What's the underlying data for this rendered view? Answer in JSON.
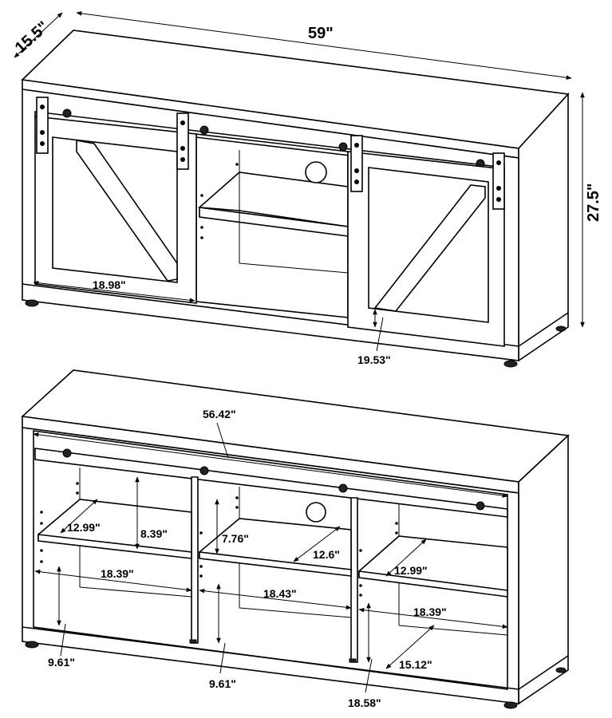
{
  "front_view": {
    "overall_depth": "15.5\"",
    "overall_width": "59\"",
    "overall_height": "27.5\"",
    "door_width": "18.98\"",
    "door_height": "19.53\""
  },
  "open_view": {
    "inner_width": "56.42\"",
    "left_shelf_depth": "12.99\"",
    "left_shelf_clearance": "8.39\"",
    "center_shelf_clearance": "7.76\"",
    "center_shelf_depth": "12.6\"",
    "right_shelf_depth": "12.99\"",
    "left_cabinet_width": "18.39\"",
    "center_cabinet_width": "18.43\"",
    "right_cabinet_width": "18.39\"",
    "left_lower_height": "9.61\"",
    "center_lower_height": "9.61\"",
    "right_lower_depth": "15.12\"",
    "right_lower_height": "18.58\""
  }
}
